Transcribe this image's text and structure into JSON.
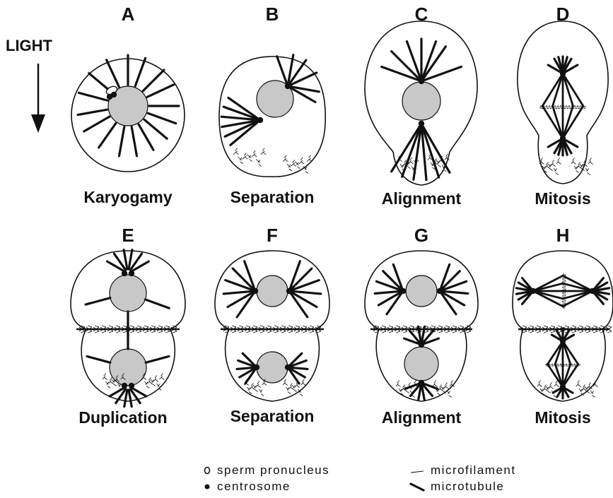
{
  "side_label": "LIGHT",
  "panels": [
    {
      "letter": "A",
      "caption": "Karyogamy"
    },
    {
      "letter": "B",
      "caption": "Separation"
    },
    {
      "letter": "C",
      "caption": "Alignment"
    },
    {
      "letter": "D",
      "caption": "Mitosis"
    },
    {
      "letter": "E",
      "caption": "Duplication"
    },
    {
      "letter": "F",
      "caption": "Separation"
    },
    {
      "letter": "G",
      "caption": "Alignment"
    },
    {
      "letter": "H",
      "caption": "Mitosis"
    }
  ],
  "legend": {
    "sperm_pronucleus": "sperm pronucleus",
    "centrosome": "centrosome",
    "microfilament": "microfilament",
    "microtubule": "microtubule"
  },
  "colors": {
    "ink": "#111111",
    "nucleus_fill": "#c8c8c8",
    "background": "#ffffff"
  }
}
